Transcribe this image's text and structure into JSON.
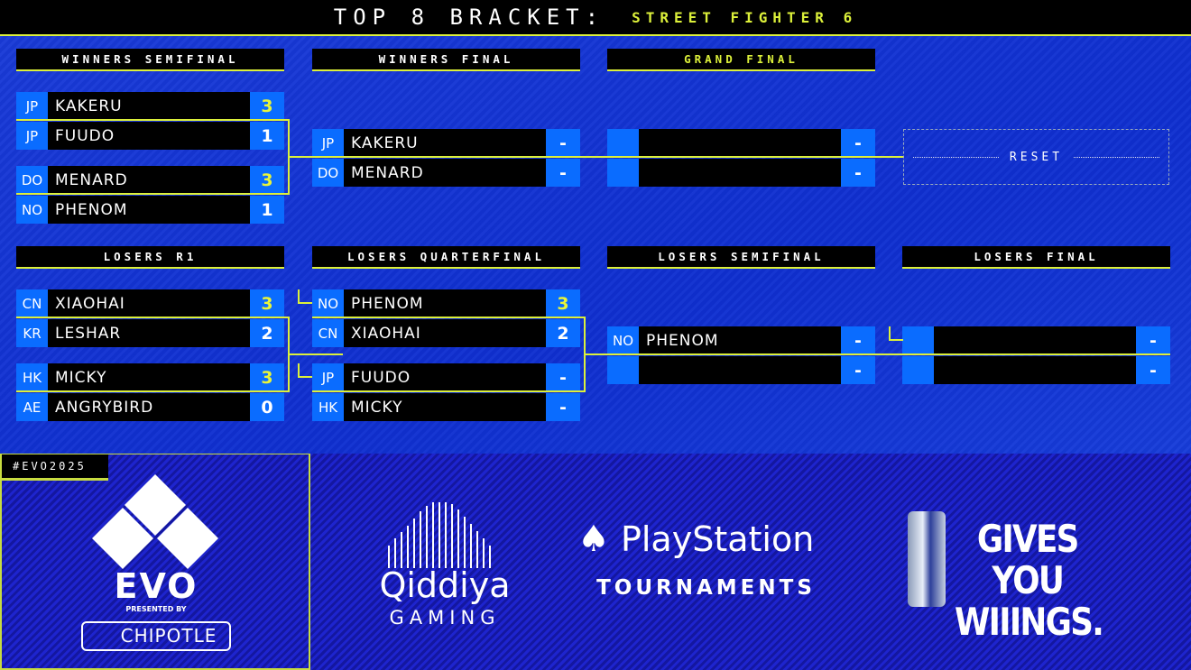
{
  "header": {
    "title": "TOP 8 BRACKET:",
    "game": "STREET FIGHTER 6"
  },
  "rounds": [
    {
      "label": "WINNERS SEMIFINAL",
      "matches": [
        [
          {
            "flag": "JP",
            "name": "KAKERU",
            "score": "3",
            "win": true
          },
          {
            "flag": "JP",
            "name": "FUUDO",
            "score": "1"
          }
        ],
        [
          {
            "flag": "DO",
            "name": "MENARD",
            "score": "3",
            "win": true
          },
          {
            "flag": "NO",
            "name": "PHENOM",
            "score": "1"
          }
        ]
      ]
    },
    {
      "label": "WINNERS FINAL",
      "matches": [
        [
          {
            "flag": "JP",
            "name": "KAKERU",
            "score": "-"
          },
          {
            "flag": "DO",
            "name": "MENARD",
            "score": "-"
          }
        ]
      ]
    },
    {
      "label": "GRAND FINAL",
      "highlight": true,
      "matches": [
        [
          {
            "flag": "",
            "name": "",
            "score": "-"
          },
          {
            "flag": "",
            "name": "",
            "score": "-"
          }
        ]
      ]
    },
    {
      "label": "LOSERS R1",
      "matches": [
        [
          {
            "flag": "CN",
            "name": "XIAOHAI",
            "score": "3",
            "win": true
          },
          {
            "flag": "KR",
            "name": "LESHAR",
            "score": "2"
          }
        ],
        [
          {
            "flag": "HK",
            "name": "MICKY",
            "score": "3",
            "win": true
          },
          {
            "flag": "AE",
            "name": "ANGRYBIRD",
            "score": "0"
          }
        ]
      ]
    },
    {
      "label": "LOSERS QUARTERFINAL",
      "matches": [
        [
          {
            "flag": "NO",
            "name": "PHENOM",
            "score": "3",
            "win": true
          },
          {
            "flag": "CN",
            "name": "XIAOHAI",
            "score": "2"
          }
        ],
        [
          {
            "flag": "JP",
            "name": "FUUDO",
            "score": "-"
          },
          {
            "flag": "HK",
            "name": "MICKY",
            "score": "-"
          }
        ]
      ]
    },
    {
      "label": "LOSERS SEMIFINAL",
      "matches": [
        [
          {
            "flag": "NO",
            "name": "PHENOM",
            "score": "-"
          },
          {
            "flag": "",
            "name": "",
            "score": "-"
          }
        ]
      ]
    },
    {
      "label": "LOSERS FINAL",
      "matches": [
        [
          {
            "flag": "",
            "name": "",
            "score": "-"
          },
          {
            "flag": "",
            "name": "",
            "score": "-"
          }
        ]
      ]
    }
  ],
  "reset_label": "RESET",
  "hashtag": "#EVO2025",
  "sponsors": {
    "evo": "EVO",
    "presented_by": "PRESENTED BY",
    "chipotle": "CHIPOTLE",
    "qiddiya": "Qiddiya",
    "qiddiya_sub": "GAMING",
    "playstation": "PlayStation",
    "ps_sub": "TOURNAMENTS",
    "redbull": "GIVES YOU WIIINGS."
  },
  "colors": {
    "accent": "#dcf03a",
    "cell": "#0a6cff"
  }
}
